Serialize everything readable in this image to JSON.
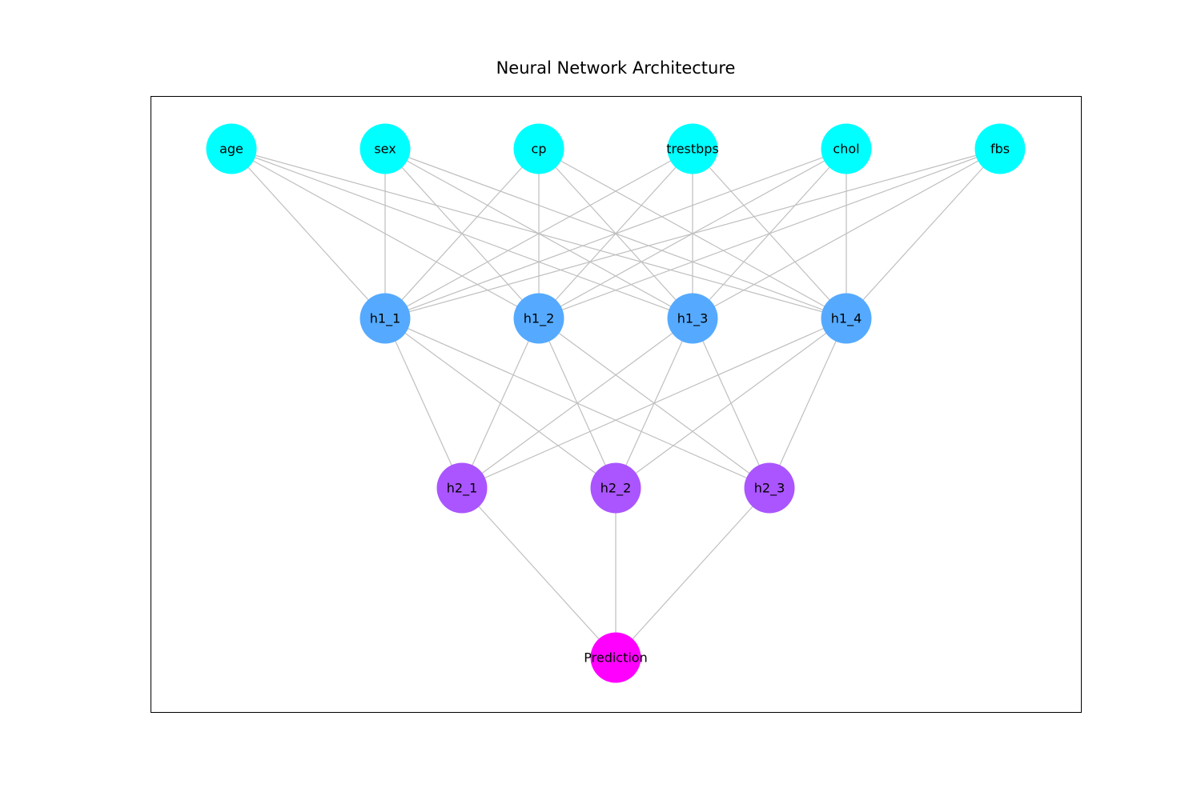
{
  "title": "Neural Network Architecture",
  "colors": {
    "input": "#00ffff",
    "hidden1": "#55aaff",
    "hidden2": "#aa55ff",
    "output": "#ff00ff",
    "edge": "#bfbfbf"
  },
  "layers": [
    {
      "name": "input",
      "nodes": [
        "age",
        "sex",
        "cp",
        "trestbps",
        "chol",
        "fbs"
      ]
    },
    {
      "name": "hidden1",
      "nodes": [
        "h1_1",
        "h1_2",
        "h1_3",
        "h1_4"
      ]
    },
    {
      "name": "hidden2",
      "nodes": [
        "h2_1",
        "h2_2",
        "h2_3"
      ]
    },
    {
      "name": "output",
      "nodes": [
        "Prediction"
      ]
    }
  ]
}
